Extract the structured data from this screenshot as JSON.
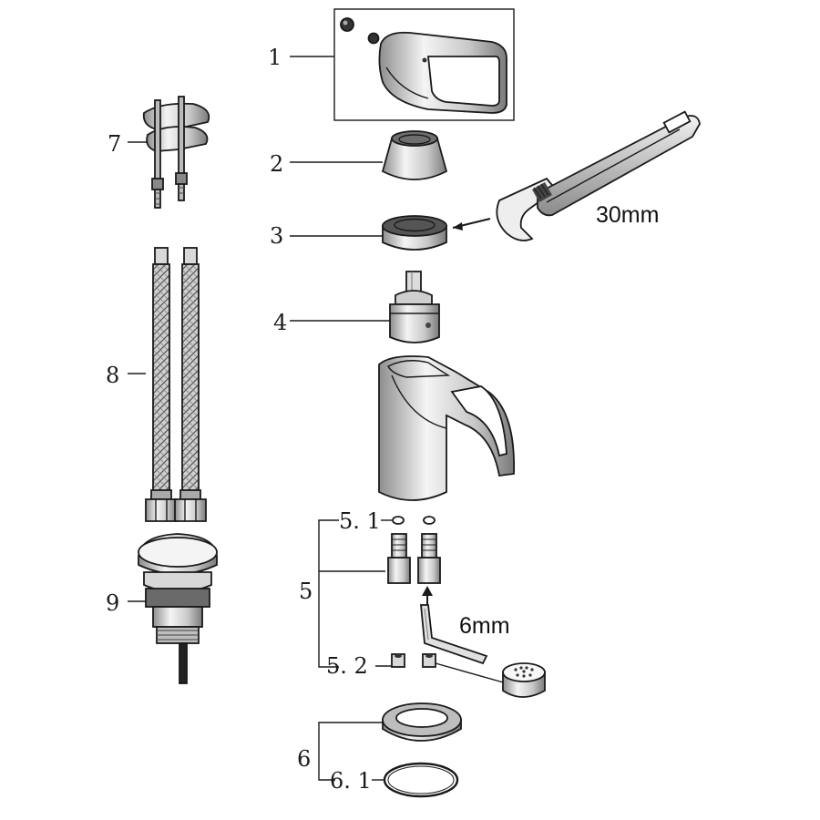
{
  "callouts": {
    "c1": "1",
    "c2": "2",
    "c3": "3",
    "c4": "4",
    "c5": "5",
    "c5_1": "5. 1",
    "c5_2": "5. 2",
    "c6": "6",
    "c6_1": "6. 1",
    "c7": "7",
    "c8": "8",
    "c9": "9"
  },
  "tool_sizes": {
    "wrench": "30mm",
    "hex_key": "6mm"
  },
  "colors": {
    "line": "#1a1a1a",
    "chrome_dark": "#9a9a9a",
    "chrome_light": "#f1f1f1",
    "background": "#ffffff"
  },
  "icons": {
    "wrench": "adjustable-wrench-icon",
    "hex_key": "hex-key-icon"
  }
}
